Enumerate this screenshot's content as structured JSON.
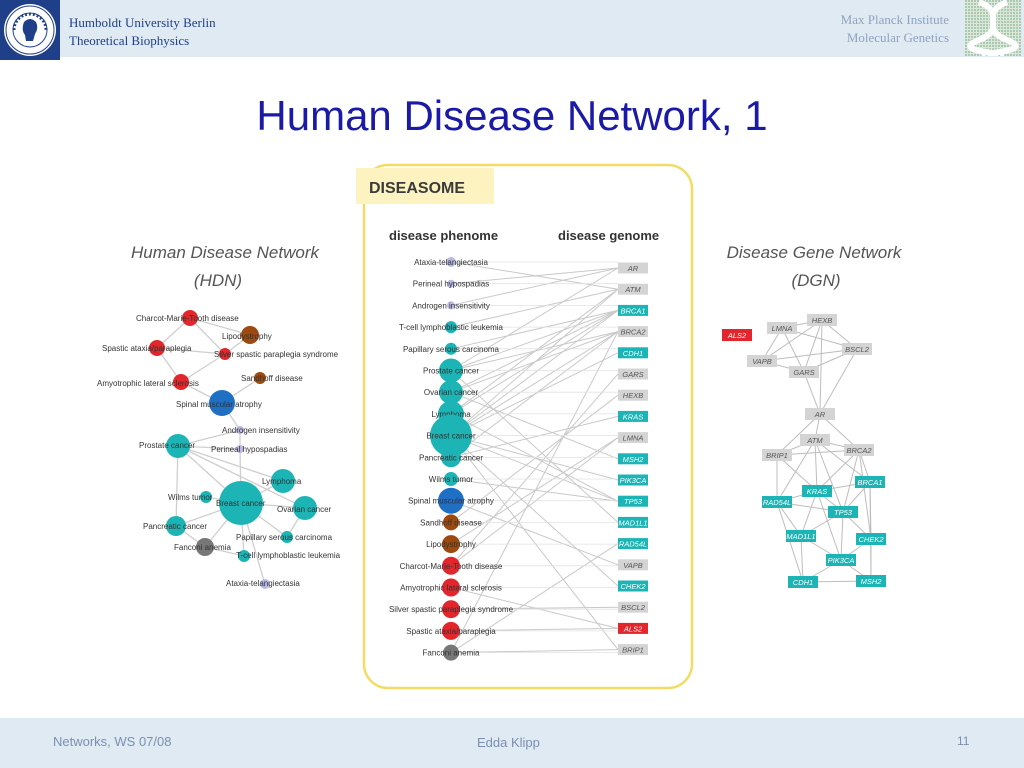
{
  "header": {
    "university_line1": "Humboldt University Berlin",
    "university_line2": "Theoretical Biophysics",
    "institute_line1": "Max Planck Institute",
    "institute_line2": "Molecular Genetics"
  },
  "slide_title": "Human Disease Network, 1",
  "diagram": {
    "diseasome_label": "DISEASOME",
    "hdn_title_line1": "Human Disease Network",
    "hdn_title_line2": "(HDN)",
    "dgn_title_line1": "Disease Gene Network",
    "dgn_title_line2": "(DGN)",
    "phenome_header": "disease phenome",
    "genome_header": "disease genome",
    "colors": {
      "red": "#e2262c",
      "brown": "#9c4a0f",
      "blue": "#1f6fc4",
      "teal": "#1cb4b5",
      "gray": "#777777",
      "lavender": "#b9b9e6",
      "gene_gray": "#d4d4d4",
      "yellow_border": "#f2dc63",
      "diseasome_bg": "#fdf3c0"
    },
    "phenome_items": [
      {
        "label": "Ataxia-telangiectasia",
        "color": "lavender",
        "size": 5
      },
      {
        "label": "Perineal hypospadias",
        "color": "lavender",
        "size": 4
      },
      {
        "label": "Androgen insensitivity",
        "color": "lavender",
        "size": 4
      },
      {
        "label": "T-cell lymphoblastic leukemia",
        "color": "teal",
        "size": 6
      },
      {
        "label": "Papillary serous carcinoma",
        "color": "teal",
        "size": 6
      },
      {
        "label": "Prostate cancer",
        "color": "teal",
        "size": 12
      },
      {
        "label": "Ovarian cancer",
        "color": "teal",
        "size": 12
      },
      {
        "label": "Lymphoma",
        "color": "teal",
        "size": 13
      },
      {
        "label": "Breast cancer",
        "color": "teal",
        "size": 21
      },
      {
        "label": "Pancreatic cancer",
        "color": "teal",
        "size": 10
      },
      {
        "label": "Wilms tumor",
        "color": "teal",
        "size": 7
      },
      {
        "label": "Spinal muscular atrophy",
        "color": "blue",
        "size": 13
      },
      {
        "label": "Sandhoff disease",
        "color": "brown",
        "size": 8
      },
      {
        "label": "Lipodystrophy",
        "color": "brown",
        "size": 9
      },
      {
        "label": "Charcot-Marie-Tooth disease",
        "color": "red",
        "size": 9
      },
      {
        "label": "Amyotrophic lateral sclerosis",
        "color": "red",
        "size": 9
      },
      {
        "label": "Silver spastic paraplegia syndrome",
        "color": "red",
        "size": 9
      },
      {
        "label": "Spastic ataxia/paraplegia",
        "color": "red",
        "size": 9
      },
      {
        "label": "Fanconi anemia",
        "color": "gray",
        "size": 8
      }
    ],
    "genome_items": [
      {
        "label": "AR",
        "color": "gene_gray"
      },
      {
        "label": "ATM",
        "color": "gene_gray"
      },
      {
        "label": "BRCA1",
        "color": "teal"
      },
      {
        "label": "BRCA2",
        "color": "gene_gray"
      },
      {
        "label": "CDH1",
        "color": "teal"
      },
      {
        "label": "GARS",
        "color": "gene_gray"
      },
      {
        "label": "HEXB",
        "color": "gene_gray"
      },
      {
        "label": "KRAS",
        "color": "teal"
      },
      {
        "label": "LMNA",
        "color": "gene_gray"
      },
      {
        "label": "MSH2",
        "color": "teal"
      },
      {
        "label": "PIK3CA",
        "color": "teal"
      },
      {
        "label": "TP53",
        "color": "teal"
      },
      {
        "label": "MAD1L1",
        "color": "teal"
      },
      {
        "label": "RAD54L",
        "color": "teal"
      },
      {
        "label": "VAPB",
        "color": "gene_gray"
      },
      {
        "label": "CHEK2",
        "color": "teal"
      },
      {
        "label": "BSCL2",
        "color": "gene_gray"
      },
      {
        "label": "ALS2",
        "color": "red"
      },
      {
        "label": "BRIP1",
        "color": "gene_gray"
      }
    ],
    "bipartite_links": [
      [
        0,
        1
      ],
      [
        1,
        0
      ],
      [
        2,
        0
      ],
      [
        3,
        1
      ],
      [
        4,
        2
      ],
      [
        5,
        0
      ],
      [
        5,
        2
      ],
      [
        5,
        3
      ],
      [
        5,
        12
      ],
      [
        6,
        2
      ],
      [
        6,
        3
      ],
      [
        6,
        9
      ],
      [
        7,
        1
      ],
      [
        7,
        2
      ],
      [
        7,
        11
      ],
      [
        8,
        1
      ],
      [
        8,
        2
      ],
      [
        8,
        3
      ],
      [
        8,
        4
      ],
      [
        8,
        10
      ],
      [
        8,
        11
      ],
      [
        8,
        15
      ],
      [
        8,
        18
      ],
      [
        9,
        3
      ],
      [
        9,
        7
      ],
      [
        10,
        11
      ],
      [
        11,
        14
      ],
      [
        12,
        6
      ],
      [
        13,
        8
      ],
      [
        14,
        5
      ],
      [
        14,
        8
      ],
      [
        15,
        17
      ],
      [
        16,
        16
      ],
      [
        17,
        17
      ],
      [
        18,
        3
      ],
      [
        18,
        18
      ],
      [
        18,
        13
      ]
    ],
    "hdn_nodes": [
      {
        "label": "Charcot-Marie-Tooth disease",
        "color": "red",
        "size": 8
      },
      {
        "label": "Lipodystrophy",
        "color": "brown",
        "size": 9
      },
      {
        "label": "Spastic ataxia/paraplegia",
        "color": "red",
        "size": 8
      },
      {
        "label": "Silver spastic paraplegia syndrome",
        "color": "red",
        "size": 6
      },
      {
        "label": "Amyotrophic lateral sclerosis",
        "color": "red",
        "size": 8
      },
      {
        "label": "Sandhoff disease",
        "color": "brown",
        "size": 6
      },
      {
        "label": "Spinal muscular atrophy",
        "color": "blue",
        "size": 13
      },
      {
        "label": "Androgen insensitivity",
        "color": "lavender",
        "size": 4
      },
      {
        "label": "Prostate cancer",
        "color": "teal",
        "size": 12
      },
      {
        "label": "Perineal hypospadias",
        "color": "lavender",
        "size": 4
      },
      {
        "label": "Lymphoma",
        "color": "teal",
        "size": 12
      },
      {
        "label": "Wilms tumor",
        "color": "teal",
        "size": 6
      },
      {
        "label": "Breast cancer",
        "color": "teal",
        "size": 22
      },
      {
        "label": "Ovarian cancer",
        "color": "teal",
        "size": 12
      },
      {
        "label": "Pancreatic cancer",
        "color": "teal",
        "size": 10
      },
      {
        "label": "Papillary serous carcinoma",
        "color": "teal",
        "size": 6
      },
      {
        "label": "Fanconi anemia",
        "color": "gray",
        "size": 9
      },
      {
        "label": "T-cell lymphoblastic leukemia",
        "color": "teal",
        "size": 6
      },
      {
        "label": "Ataxia-telangiectasia",
        "color": "lavender",
        "size": 5
      }
    ],
    "hdn_links": [
      [
        0,
        2
      ],
      [
        0,
        3
      ],
      [
        0,
        1
      ],
      [
        2,
        3
      ],
      [
        1,
        3
      ],
      [
        3,
        4
      ],
      [
        4,
        6
      ],
      [
        6,
        5
      ],
      [
        6,
        7
      ],
      [
        7,
        9
      ],
      [
        7,
        8
      ],
      [
        8,
        9
      ],
      [
        8,
        12
      ],
      [
        8,
        14
      ],
      [
        8,
        13
      ],
      [
        10,
        12
      ],
      [
        11,
        12
      ],
      [
        12,
        13
      ],
      [
        12,
        14
      ],
      [
        12,
        15
      ],
      [
        12,
        16
      ],
      [
        12,
        17
      ],
      [
        12,
        18
      ],
      [
        14,
        16
      ],
      [
        16,
        17
      ],
      [
        13,
        15
      ],
      [
        8,
        10
      ],
      [
        2,
        4
      ],
      [
        9,
        12
      ]
    ],
    "dgn_nodes": [
      {
        "label": "ALS2",
        "color": "red"
      },
      {
        "label": "LMNA",
        "color": "gene_gray"
      },
      {
        "label": "HEXB",
        "color": "gene_gray"
      },
      {
        "label": "VAPB",
        "color": "gene_gray"
      },
      {
        "label": "BSCL2",
        "color": "gene_gray"
      },
      {
        "label": "GARS",
        "color": "gene_gray"
      },
      {
        "label": "AR",
        "color": "gene_gray"
      },
      {
        "label": "ATM",
        "color": "gene_gray"
      },
      {
        "label": "BRIP1",
        "color": "gene_gray"
      },
      {
        "label": "BRCA2",
        "color": "gene_gray"
      },
      {
        "label": "BRCA1",
        "color": "teal"
      },
      {
        "label": "KRAS",
        "color": "teal"
      },
      {
        "label": "RAD54L",
        "color": "teal"
      },
      {
        "label": "TP53",
        "color": "teal"
      },
      {
        "label": "MAD1L1",
        "color": "teal"
      },
      {
        "label": "CHEK2",
        "color": "teal"
      },
      {
        "label": "PIK3CA",
        "color": "teal"
      },
      {
        "label": "CDH1",
        "color": "teal"
      },
      {
        "label": "MSH2",
        "color": "teal"
      }
    ],
    "dgn_links": [
      [
        1,
        2
      ],
      [
        1,
        3
      ],
      [
        1,
        4
      ],
      [
        1,
        5
      ],
      [
        2,
        3
      ],
      [
        2,
        4
      ],
      [
        2,
        5
      ],
      [
        3,
        4
      ],
      [
        3,
        5
      ],
      [
        4,
        5
      ],
      [
        5,
        6
      ],
      [
        2,
        6
      ],
      [
        4,
        6
      ],
      [
        6,
        7
      ],
      [
        6,
        9
      ],
      [
        6,
        8
      ],
      [
        7,
        8
      ],
      [
        7,
        9
      ],
      [
        7,
        10
      ],
      [
        7,
        11
      ],
      [
        7,
        12
      ],
      [
        7,
        13
      ],
      [
        8,
        9
      ],
      [
        8,
        11
      ],
      [
        8,
        12
      ],
      [
        9,
        10
      ],
      [
        9,
        11
      ],
      [
        9,
        13
      ],
      [
        9,
        15
      ],
      [
        10,
        11
      ],
      [
        10,
        13
      ],
      [
        10,
        15
      ],
      [
        11,
        12
      ],
      [
        11,
        13
      ],
      [
        11,
        14
      ],
      [
        12,
        14
      ],
      [
        12,
        13
      ],
      [
        13,
        15
      ],
      [
        13,
        16
      ],
      [
        13,
        14
      ],
      [
        14,
        16
      ],
      [
        14,
        17
      ],
      [
        15,
        16
      ],
      [
        15,
        18
      ],
      [
        16,
        17
      ],
      [
        16,
        18
      ],
      [
        17,
        18
      ],
      [
        12,
        17
      ],
      [
        11,
        16
      ],
      [
        10,
        18
      ]
    ]
  },
  "footer": {
    "course": "Networks, WS 07/08",
    "author": "Edda Klipp",
    "page_number": "11"
  }
}
